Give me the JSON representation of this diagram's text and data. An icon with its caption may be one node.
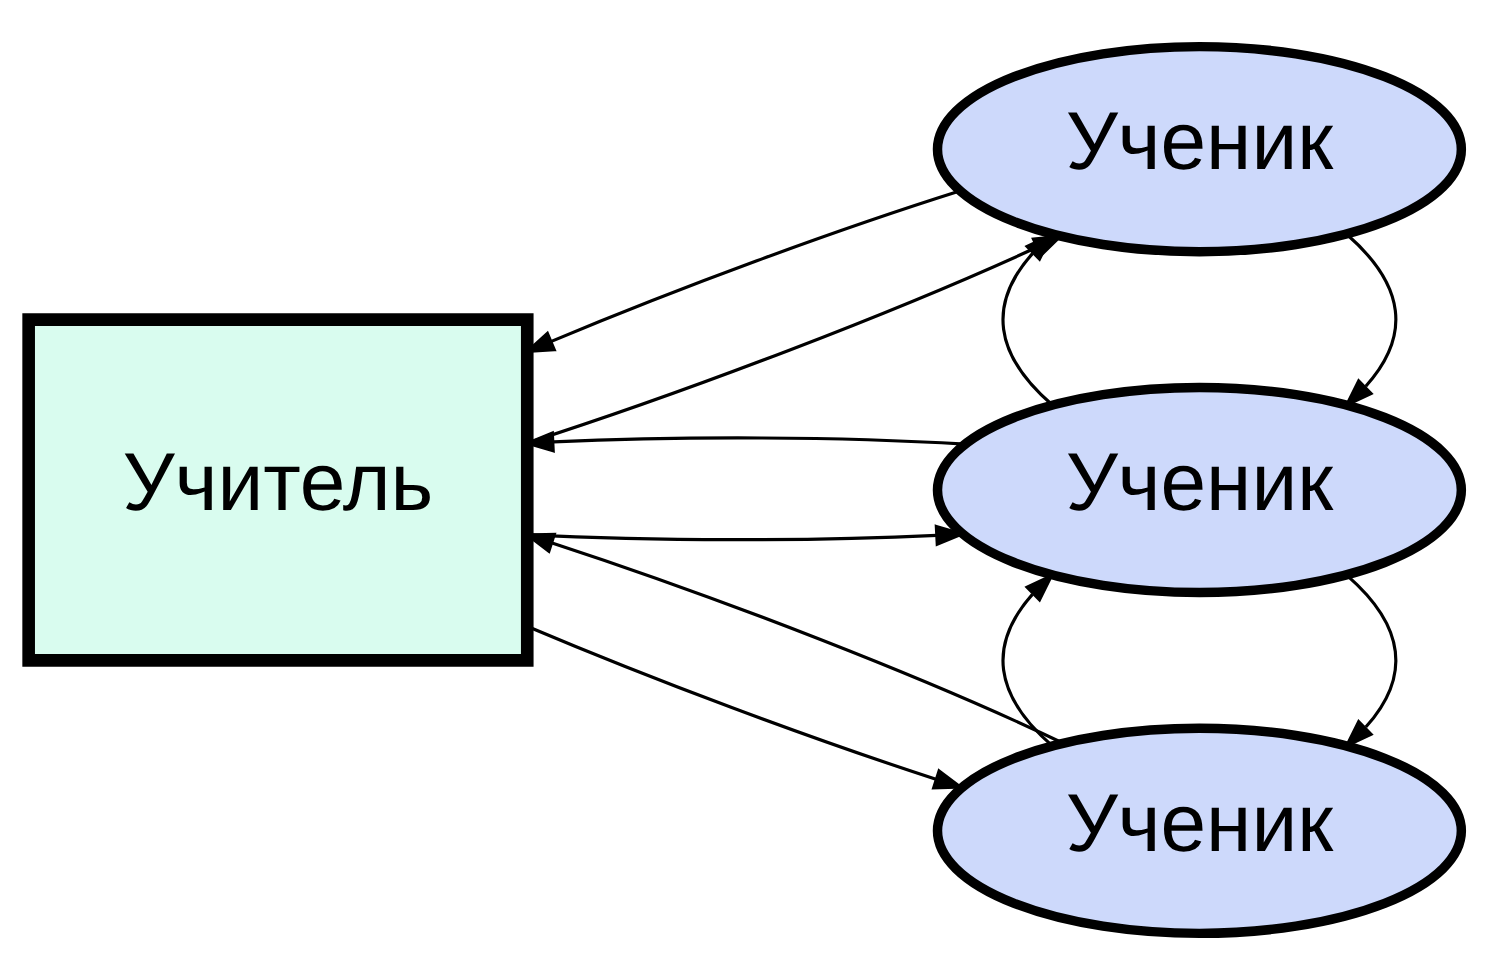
{
  "diagram": {
    "nodes": [
      {
        "text": [
          "Учитель"
        ]
      },
      {
        "text": [
          "Ученик"
        ]
      },
      {
        "text": [
          "Ученик"
        ]
      },
      {
        "text": [
          "Ученик"
        ]
      }
    ],
    "edges": [
      {
        "from": 0,
        "to": 1,
        "arrow": "to"
      },
      {
        "from": 1,
        "to": 0,
        "arrow": "to"
      },
      {
        "from": 0,
        "to": 2,
        "arrow": "to"
      },
      {
        "from": 2,
        "to": 0,
        "arrow": "to"
      },
      {
        "from": 0,
        "to": 3,
        "arrow": "to"
      },
      {
        "from": 3,
        "to": 0,
        "arrow": "to"
      },
      {
        "from": 1,
        "to": 2,
        "arrow": "to"
      },
      {
        "from": 2,
        "to": 1,
        "arrow": "to"
      },
      {
        "from": 2,
        "to": 3,
        "arrow": "to"
      },
      {
        "from": 3,
        "to": 2,
        "arrow": "to"
      }
    ]
  }
}
